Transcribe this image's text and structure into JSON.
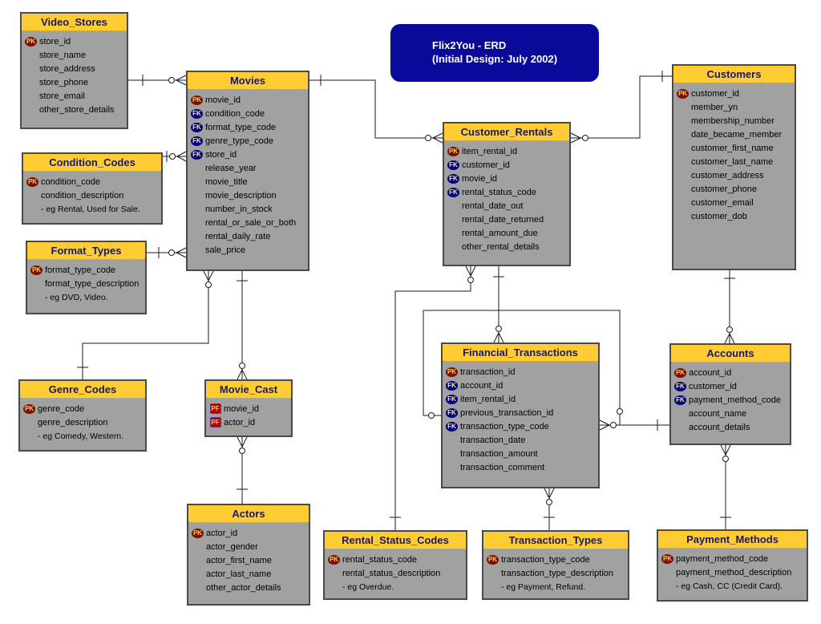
{
  "diagram_title": {
    "line1": "Flix2You - ERD",
    "line2": "(Initial Design: July 2002)"
  },
  "badges": {
    "pk": "PK",
    "fk": "FK",
    "pf": "PF"
  },
  "key_colors": {
    "entity_header_bg": "#FFCC33",
    "entity_header_text": "#1a1a5c",
    "entity_body_bg": "#A1A1A1",
    "entity_border": "#4a4a4a",
    "pk_badge_bg": "#7c1000",
    "fk_badge_bg": "#000082",
    "pf_badge_bg": "#b40000",
    "badge_text": "#ffd24a",
    "title_box_bg": "#0a0a9a",
    "title_box_text": "#ffffff",
    "wire_color": "#1a1a1a"
  },
  "entities": [
    {
      "id": "video_stores",
      "title": "Video_Stores",
      "fields": [
        {
          "key": "PK",
          "name": "store_id"
        },
        {
          "key": null,
          "name": "store_name"
        },
        {
          "key": null,
          "name": "store_address"
        },
        {
          "key": null,
          "name": "store_phone"
        },
        {
          "key": null,
          "name": "store_email"
        },
        {
          "key": null,
          "name": "other_store_details"
        }
      ]
    },
    {
      "id": "condition_codes",
      "title": "Condition_Codes",
      "fields": [
        {
          "key": "PK",
          "name": "condition_code"
        },
        {
          "key": null,
          "name": "condition_description"
        },
        {
          "key": null,
          "name": "- eg Rental, Used for Sale.",
          "note": true
        }
      ]
    },
    {
      "id": "format_types",
      "title": "Format_Types",
      "fields": [
        {
          "key": "PK",
          "name": "format_type_code"
        },
        {
          "key": null,
          "name": "format_type_description"
        },
        {
          "key": null,
          "name": "- eg DVD, Video.",
          "note": true
        }
      ]
    },
    {
      "id": "genre_codes",
      "title": "Genre_Codes",
      "fields": [
        {
          "key": "PK",
          "name": "genre_code"
        },
        {
          "key": null,
          "name": "genre_description"
        },
        {
          "key": null,
          "name": "- eg Comedy, Western.",
          "note": true
        }
      ]
    },
    {
      "id": "movies",
      "title": "Movies",
      "fields": [
        {
          "key": "PK",
          "name": "movie_id"
        },
        {
          "key": "FK",
          "name": "condition_code"
        },
        {
          "key": "FK",
          "name": "format_type_code"
        },
        {
          "key": "FK",
          "name": "genre_type_code"
        },
        {
          "key": "FK",
          "name": "store_id"
        },
        {
          "key": null,
          "name": "release_year"
        },
        {
          "key": null,
          "name": "movie_title"
        },
        {
          "key": null,
          "name": "movie_description"
        },
        {
          "key": null,
          "name": "number_in_stock"
        },
        {
          "key": null,
          "name": "rental_or_sale_or_both"
        },
        {
          "key": null,
          "name": "rental_daily_rate"
        },
        {
          "key": null,
          "name": "sale_price"
        }
      ]
    },
    {
      "id": "movie_cast",
      "title": "Movie_Cast",
      "fields": [
        {
          "key": "PF",
          "name": "movie_id"
        },
        {
          "key": "PF",
          "name": "actor_id"
        }
      ]
    },
    {
      "id": "actors",
      "title": "Actors",
      "fields": [
        {
          "key": "PK",
          "name": "actor_id"
        },
        {
          "key": null,
          "name": "actor_gender"
        },
        {
          "key": null,
          "name": "actor_first_name"
        },
        {
          "key": null,
          "name": "actor_last_name"
        },
        {
          "key": null,
          "name": "other_actor_details"
        }
      ]
    },
    {
      "id": "customer_rentals",
      "title": "Customer_Rentals",
      "fields": [
        {
          "key": "PK",
          "name": "item_rental_id"
        },
        {
          "key": "FK",
          "name": "customer_id"
        },
        {
          "key": "FK",
          "name": "movie_id"
        },
        {
          "key": "FK",
          "name": "rental_status_code"
        },
        {
          "key": null,
          "name": "rental_date_out"
        },
        {
          "key": null,
          "name": "rental_date_returned"
        },
        {
          "key": null,
          "name": "rental_amount_due"
        },
        {
          "key": null,
          "name": "other_rental_details"
        }
      ]
    },
    {
      "id": "financial_transactions",
      "title": "Financial_Transactions",
      "fields": [
        {
          "key": "PK",
          "name": "transaction_id"
        },
        {
          "key": "FK",
          "name": "account_id"
        },
        {
          "key": "FK",
          "name": "item_rental_id"
        },
        {
          "key": "FK",
          "name": "previous_transaction_id"
        },
        {
          "key": "FK",
          "name": "transaction_type_code"
        },
        {
          "key": null,
          "name": "transaction_date"
        },
        {
          "key": null,
          "name": "transaction_amount"
        },
        {
          "key": null,
          "name": "transaction_comment"
        }
      ]
    },
    {
      "id": "customers",
      "title": "Customers",
      "fields": [
        {
          "key": "PK",
          "name": "customer_id"
        },
        {
          "key": null,
          "name": "member_yn"
        },
        {
          "key": null,
          "name": "membership_number"
        },
        {
          "key": null,
          "name": "date_became_member"
        },
        {
          "key": null,
          "name": "customer_first_name"
        },
        {
          "key": null,
          "name": "customer_last_name"
        },
        {
          "key": null,
          "name": "customer_address"
        },
        {
          "key": null,
          "name": "customer_phone"
        },
        {
          "key": null,
          "name": "customer_email"
        },
        {
          "key": null,
          "name": "customer_dob"
        }
      ]
    },
    {
      "id": "accounts",
      "title": "Accounts",
      "fields": [
        {
          "key": "PK",
          "name": "account_id"
        },
        {
          "key": "FK",
          "name": "customer_id"
        },
        {
          "key": "FK",
          "name": "payment_method_code"
        },
        {
          "key": null,
          "name": "account_name"
        },
        {
          "key": null,
          "name": "account_details"
        }
      ]
    },
    {
      "id": "rental_status_codes",
      "title": "Rental_Status_Codes",
      "fields": [
        {
          "key": "PK",
          "name": "rental_status_code"
        },
        {
          "key": null,
          "name": "rental_status_description"
        },
        {
          "key": null,
          "name": "- eg Overdue.",
          "note": true
        }
      ]
    },
    {
      "id": "transaction_types",
      "title": "Transaction_Types",
      "fields": [
        {
          "key": "PK",
          "name": "transaction_type_code"
        },
        {
          "key": null,
          "name": "transaction_type_description"
        },
        {
          "key": null,
          "name": "- eg Payment, Refund.",
          "note": true
        }
      ]
    },
    {
      "id": "payment_methods",
      "title": "Payment_Methods",
      "fields": [
        {
          "key": "PK",
          "name": "payment_method_code"
        },
        {
          "key": null,
          "name": "payment_method_description"
        },
        {
          "key": null,
          "name": "- eg Cash, CC (Credit Card).",
          "note": true
        }
      ]
    }
  ],
  "relationships": [
    {
      "one_side": "Video_Stores",
      "many_side": "Movies",
      "many_card": "zero-or-many"
    },
    {
      "one_side": "Condition_Codes",
      "many_side": "Movies",
      "many_card": "zero-or-many"
    },
    {
      "one_side": "Format_Types",
      "many_side": "Movies",
      "many_card": "zero-or-many"
    },
    {
      "one_side": "Genre_Codes",
      "many_side": "Movies",
      "many_card": "zero-or-many"
    },
    {
      "one_side": "Movies",
      "many_side": "Movie_Cast",
      "many_card": "zero-or-many"
    },
    {
      "one_side": "Actors",
      "many_side": "Movie_Cast",
      "many_card": "zero-or-many"
    },
    {
      "one_side": "Movies",
      "many_side": "Customer_Rentals",
      "many_card": "zero-or-many"
    },
    {
      "one_side": "Customers",
      "many_side": "Customer_Rentals",
      "many_card": "zero-or-many"
    },
    {
      "one_side": "Rental_Status_Codes",
      "many_side": "Customer_Rentals",
      "many_card": "zero-or-many"
    },
    {
      "one_side": "Customer_Rentals",
      "many_side": "Financial_Transactions",
      "many_card": "zero-or-many"
    },
    {
      "one_side": "Transaction_Types",
      "many_side": "Financial_Transactions",
      "many_card": "zero-or-many"
    },
    {
      "one_side": "Accounts",
      "many_side": "Financial_Transactions",
      "many_card": "zero-or-many"
    },
    {
      "one_side": "Financial_Transactions",
      "many_side": "Financial_Transactions",
      "many_card": "zero-or-one"
    },
    {
      "one_side": "Customers",
      "many_side": "Accounts",
      "many_card": "zero-or-many"
    },
    {
      "one_side": "Payment_Methods",
      "many_side": "Accounts",
      "many_card": "zero-or-many"
    }
  ]
}
